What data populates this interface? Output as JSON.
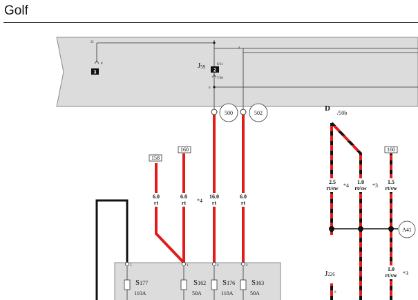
{
  "header": {
    "title": "Golf"
  },
  "diagram": {
    "relays": {
      "r1": {
        "number": "3",
        "pin_top": "31",
        "pin_side": "8"
      },
      "r2": {
        "label_main": "J",
        "label_sub": "59",
        "number": "2",
        "pin_a": "8/31",
        "pin_b": "7/30",
        "pin_c": "a",
        "pin_d": "b"
      }
    },
    "circles": {
      "c500": "500",
      "c502": "502",
      "a41": "A41"
    },
    "tags": {
      "t158": "158",
      "t160a": "160",
      "t160b": "160"
    },
    "wires": {
      "w1": {
        "size": "6.0",
        "color": "rt"
      },
      "w2": {
        "size": "6.0",
        "color": "rt"
      },
      "w2_mark": "*4",
      "w3": {
        "size": "16.0",
        "color": "rt"
      },
      "w4": {
        "size": "6.0",
        "color": "rt"
      },
      "w5": {
        "size": "2.5",
        "color": "rt/sw"
      },
      "w5_mark": "*4",
      "w6": {
        "size": "1.0",
        "color": "rt/sw"
      },
      "w6_mark": "*3",
      "w7": {
        "size": "1.5",
        "color": "rt/sw"
      },
      "w8": {
        "size": "1.0",
        "color": "rt/sw"
      },
      "w8_mark": "*3"
    },
    "d_label": {
      "main": "D",
      "sub": "/50b"
    },
    "j226": {
      "main": "J",
      "sub": "226",
      "pin": "8"
    },
    "terminals": {
      "t5": "5",
      "t1": "1",
      "t4": "4",
      "t2": "2"
    },
    "fuses": {
      "f1": {
        "main": "S",
        "sub": "177",
        "rating": "110A"
      },
      "f2": {
        "main": "S",
        "sub": "162",
        "rating": "50A"
      },
      "f3": {
        "main": "S",
        "sub": "176",
        "rating": "110A"
      },
      "f4": {
        "main": "S",
        "sub": "163",
        "rating": "50A"
      }
    }
  }
}
